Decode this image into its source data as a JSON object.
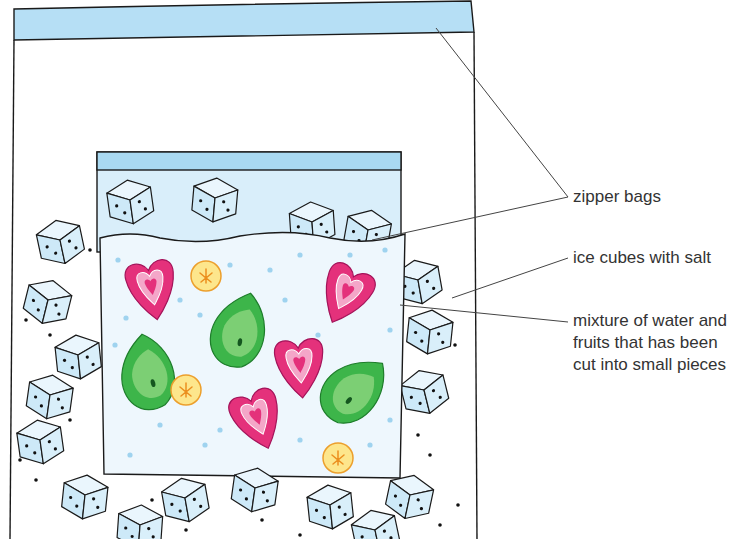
{
  "diagram": {
    "labels": [
      "zipper bags",
      "ice cubes with salt",
      "mixture of water and fruits that has been cut into small pieces"
    ]
  }
}
